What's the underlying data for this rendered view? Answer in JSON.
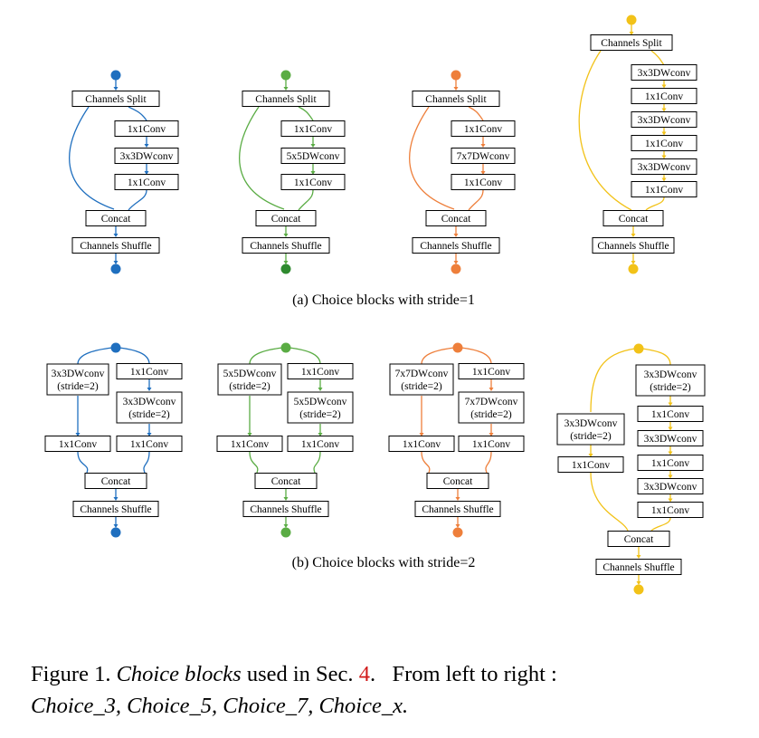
{
  "colors": {
    "blue": "#1f6fbf",
    "green": "#5aac44",
    "green_dark": "#2f8a2f",
    "orange": "#ee7f3b",
    "yellow": "#f2c218"
  },
  "labels": {
    "channels_split": "Channels Split",
    "concat": "Concat",
    "channels_shuffle": "Channels Shuffle",
    "conv1x1": "1x1Conv",
    "dw3": "3x3DWconv",
    "dw5": "5x5DWconv",
    "dw7": "7x7DWconv",
    "stride2": "(stride=2)"
  },
  "subcaption_a": "(a) Choice blocks with stride=1",
  "subcaption_b": "(b) Choice blocks with stride=2",
  "caption": {
    "prefix": "Figure 1. ",
    "italic1": "Choice blocks",
    "mid": " used in Sec. ",
    "ref": "4",
    "rest": ".   From left to right :",
    "line2": "Choice_3, Choice_5, Choice_7, Choice_x."
  }
}
